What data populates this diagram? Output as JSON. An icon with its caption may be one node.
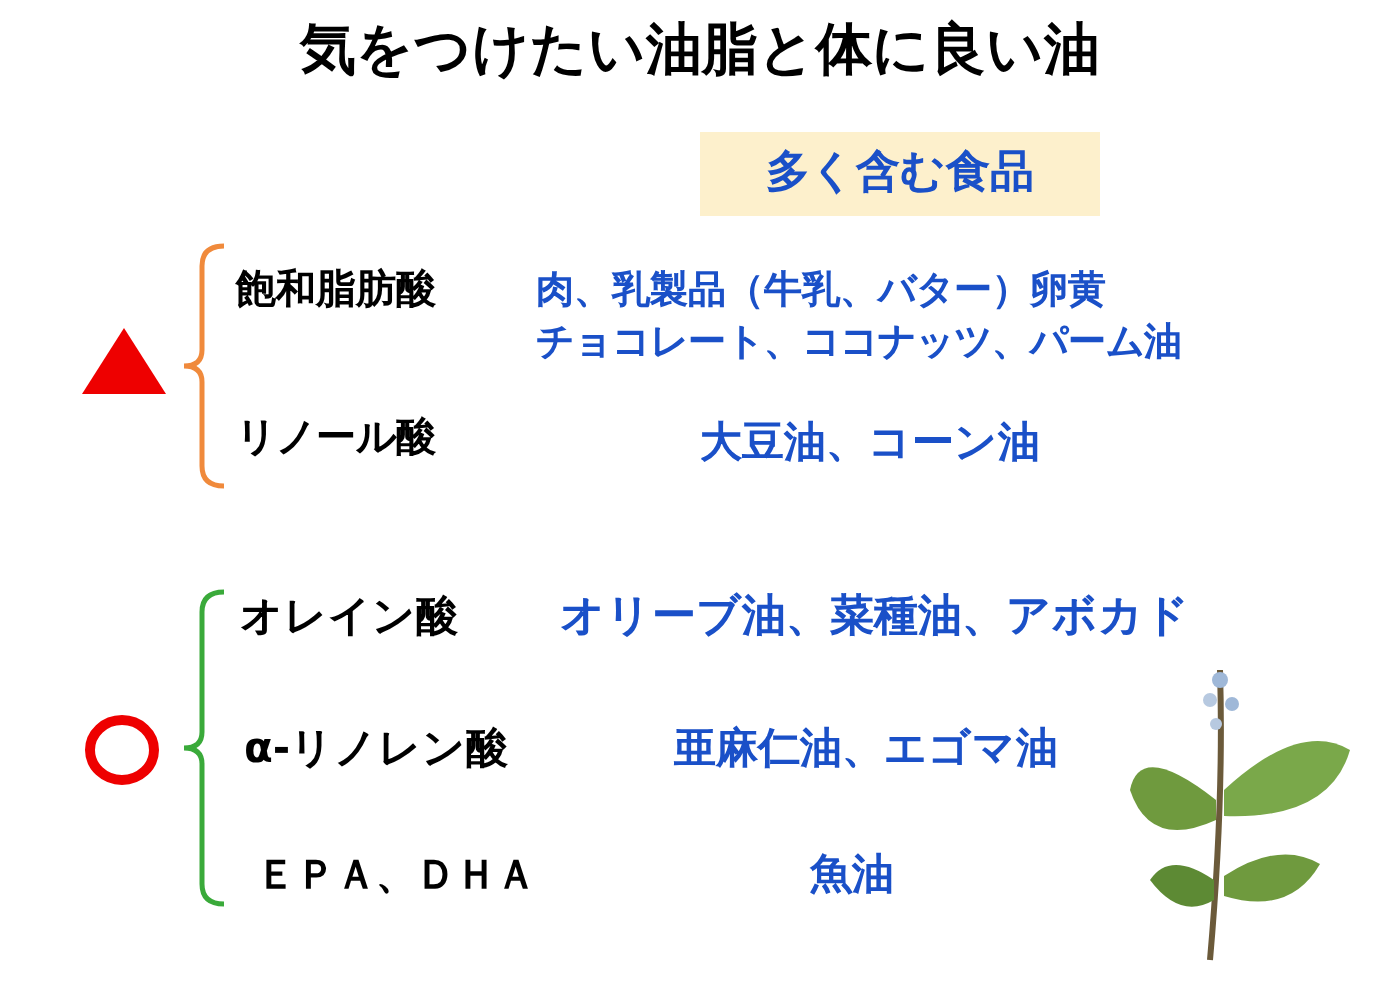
{
  "diagram": {
    "title": "気をつけたい油脂と体に良い油",
    "nodes": [
      {
        "text": [
          "多く含む食品"
        ]
      }
    ],
    "labels": [
      "飽和脂肪酸",
      "肉、乳製品（牛乳、バター）卵黄",
      "チョコレート、ココナッツ、パーム油",
      "リノール酸",
      "大豆油、コーン油",
      "オレイン酸",
      "オリーブ油、菜種油、アボカド",
      "α-リノレン酸",
      "亜麻仁油、エゴマ油",
      "ＥＰＡ、ＤＨＡ",
      "魚油"
    ]
  }
}
